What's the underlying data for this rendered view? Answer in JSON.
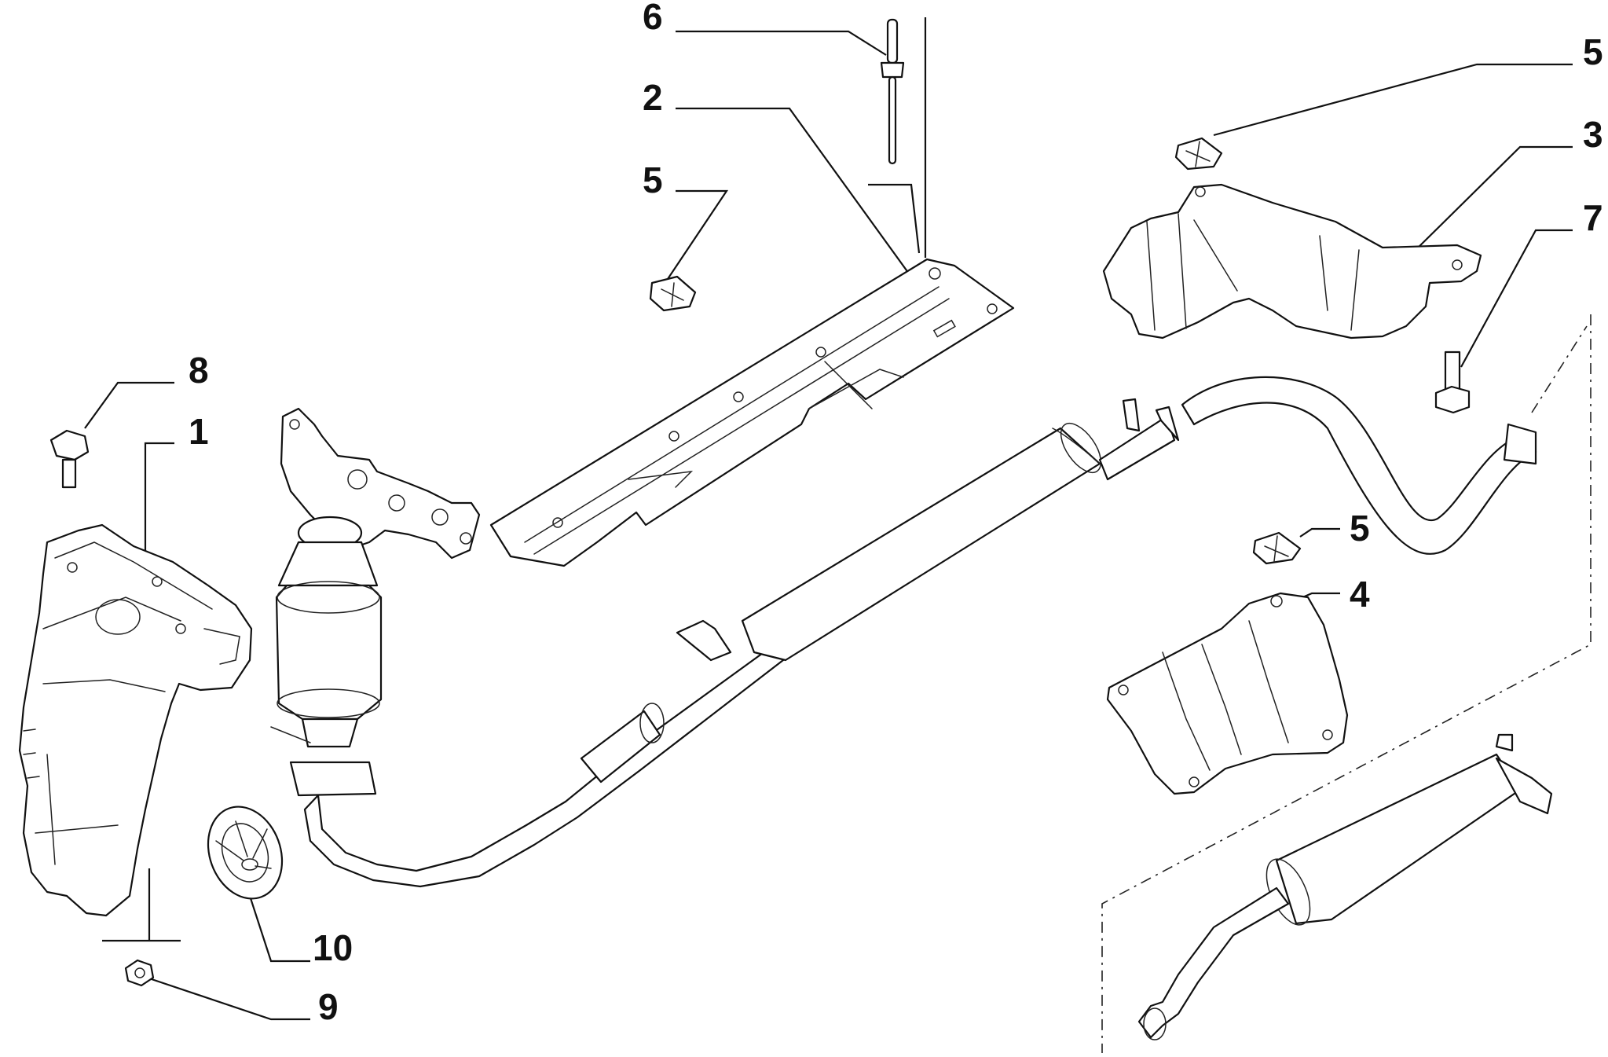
{
  "diagram": {
    "callouts": [
      {
        "id": "c1",
        "text": "1"
      },
      {
        "id": "c2",
        "text": "2"
      },
      {
        "id": "c3",
        "text": "3"
      },
      {
        "id": "c4",
        "text": "4"
      },
      {
        "id": "c5a",
        "text": "5"
      },
      {
        "id": "c5b",
        "text": "5"
      },
      {
        "id": "c5c",
        "text": "5"
      },
      {
        "id": "c6",
        "text": "6"
      },
      {
        "id": "c7",
        "text": "7"
      },
      {
        "id": "c8",
        "text": "8"
      },
      {
        "id": "c9",
        "text": "9"
      },
      {
        "id": "c10",
        "text": "10"
      }
    ]
  }
}
